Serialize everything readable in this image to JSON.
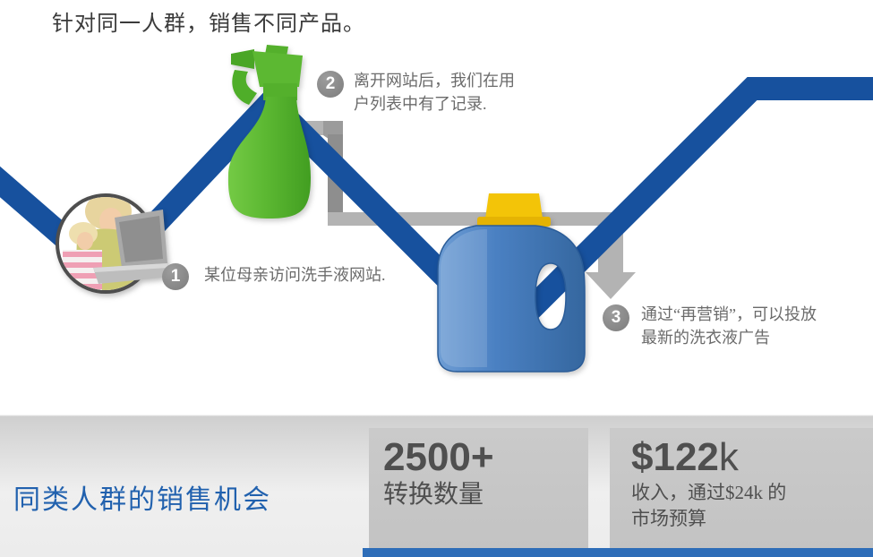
{
  "slide": {
    "title": "针对同一人群，销售不同产品。",
    "steps": [
      {
        "number": "1",
        "lines": [
          "某位母亲访问洗手液网站."
        ]
      },
      {
        "number": "2",
        "lines": [
          "离开网站后，我们在用",
          "户列表中有了记录."
        ]
      },
      {
        "number": "3",
        "lines": [
          "通过“再营销”，可以投放",
          "最新的洗衣液广告"
        ]
      }
    ],
    "illustrations": {
      "visitor_photo": "mother-and-child-with-laptop",
      "product_1": "green-spray-bottle",
      "product_2": "blue-laundry-detergent-bottle"
    },
    "footer": {
      "headline": "同类人群的销售机会",
      "stats": [
        {
          "value": "2500",
          "suffix": "+",
          "label_lines": [
            "转换数量"
          ]
        },
        {
          "value": "$122",
          "suffix": "k",
          "label_lines": [
            "收入，通过$24k 的",
            "市场预算"
          ]
        }
      ]
    },
    "colors": {
      "line-blue": "#17519e",
      "pipe-gray": "#b3b3b3",
      "pipe-gray-dark": "#8e8e8e",
      "badge-gray": "#868686",
      "text-gray": "#6b6b6b",
      "title-gray": "#3b3b3b",
      "headline-blue": "#2161ae",
      "stat-text": "#4f4f4f",
      "footer-bar-blue": "#2e6db8",
      "box-gray": "#c6c6c6",
      "green-bottle": "#5cb832",
      "blue-bottle": "#4a80c2",
      "cap-yellow": "#f3c408"
    }
  }
}
